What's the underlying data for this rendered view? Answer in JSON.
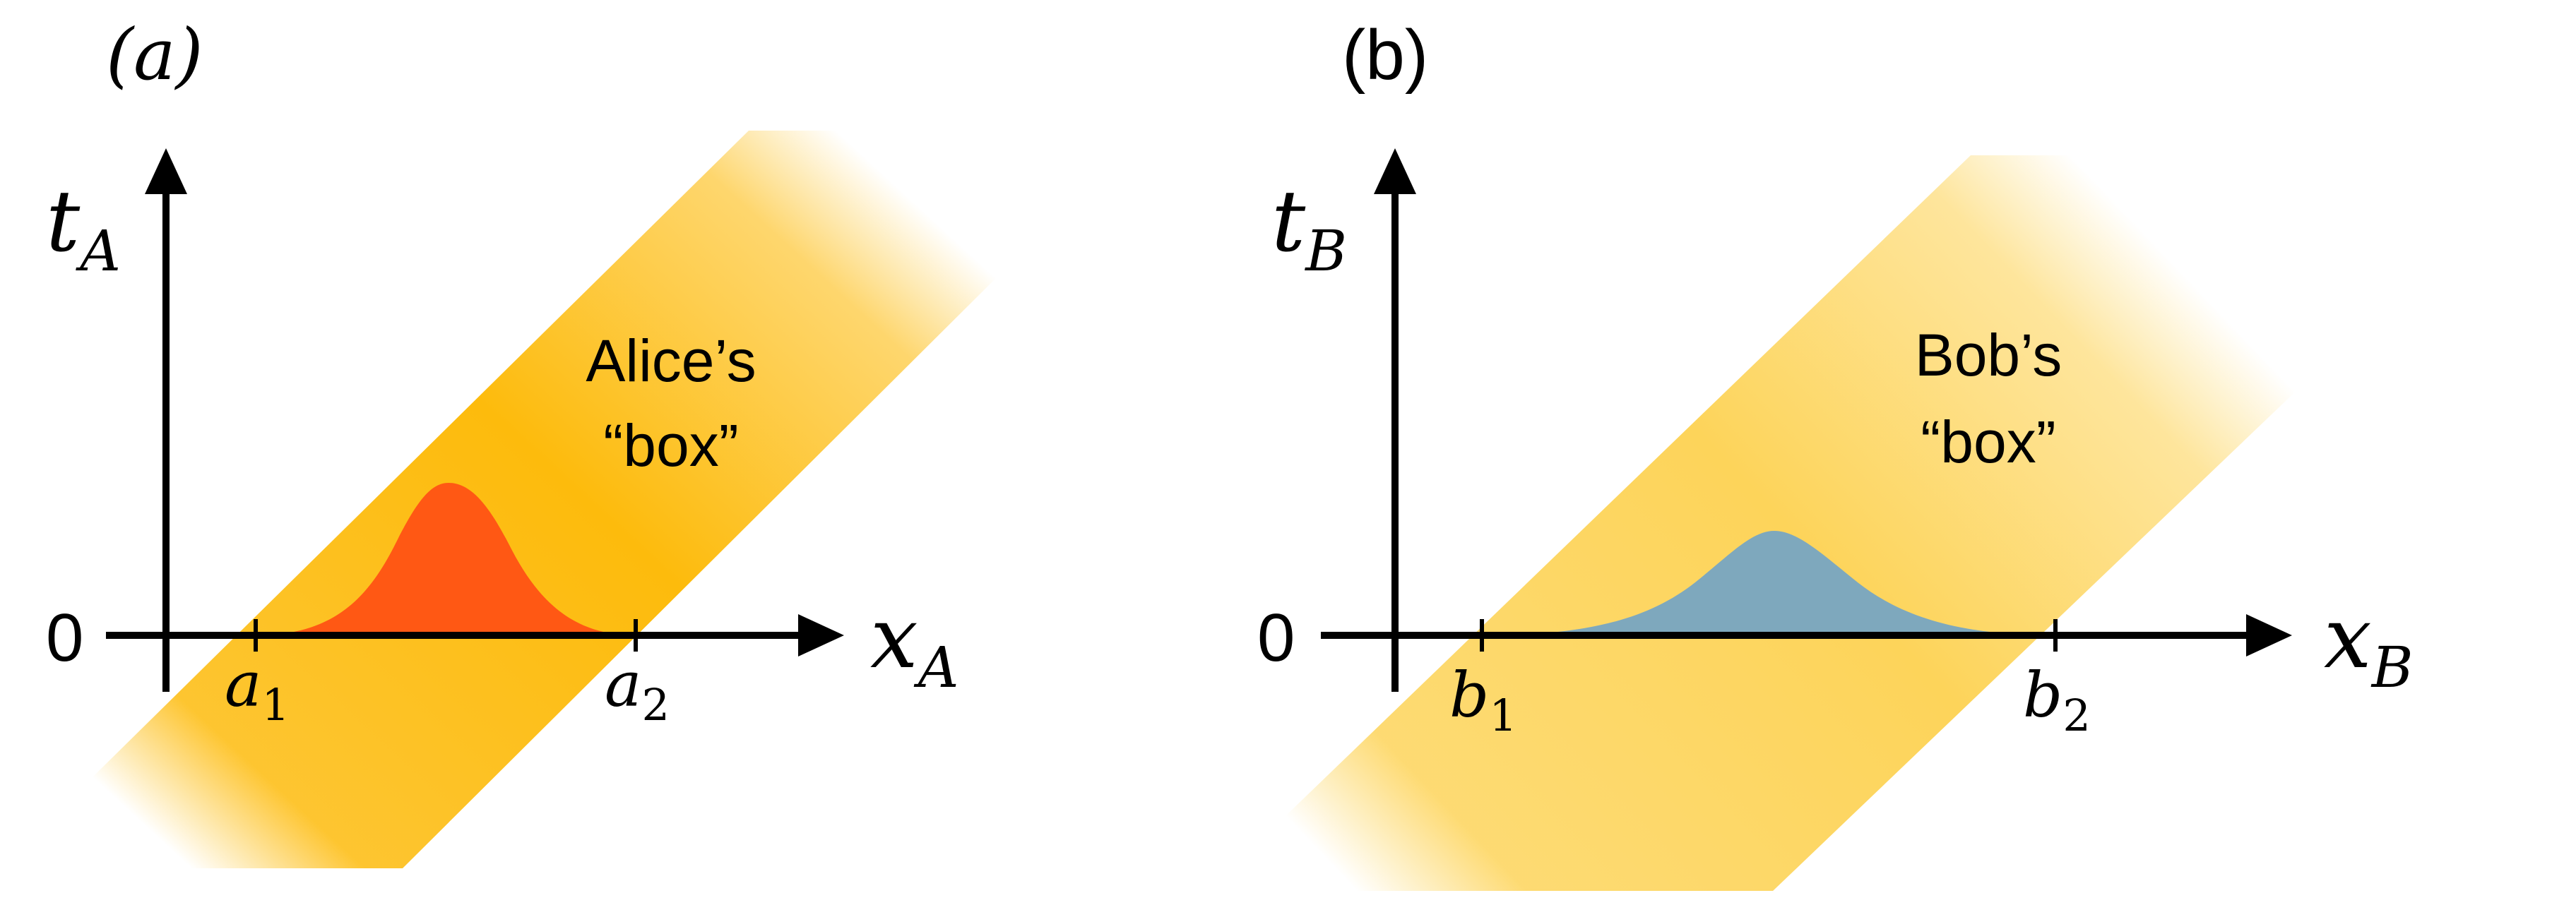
{
  "colors": {
    "box_a": "#FDBB0C",
    "box_b": "#FDD45A",
    "pulse_a": "#FF5814",
    "pulse_b": "#7EA8BD",
    "axis": "#000000"
  },
  "panel_a": {
    "label": "(a)",
    "y_axis_label": "t",
    "y_axis_sub": "A",
    "x_axis_label": "x",
    "x_axis_sub": "A",
    "origin_label": "0",
    "tick1": "a",
    "tick1_sub": "1",
    "tick2": "a",
    "tick2_sub": "2",
    "box_line1": "Alice’s",
    "box_line2": "“box”"
  },
  "panel_b": {
    "label": "(b)",
    "y_axis_label": "t",
    "y_axis_sub": "B",
    "x_axis_label": "x",
    "x_axis_sub": "B",
    "origin_label": "0",
    "tick1": "b",
    "tick1_sub": "1",
    "tick2": "b",
    "tick2_sub": "2",
    "box_line1": "Bob’s",
    "box_line2": "“box”"
  }
}
